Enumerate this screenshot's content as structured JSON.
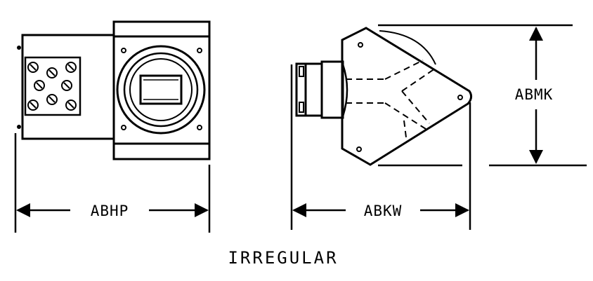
{
  "dimensions": {
    "front_width": "ABHP",
    "side_width": "ABKW",
    "side_height": "ABMK"
  },
  "caption": "IRREGULAR",
  "colors": {
    "line": "#000000",
    "background": "#ffffff"
  }
}
